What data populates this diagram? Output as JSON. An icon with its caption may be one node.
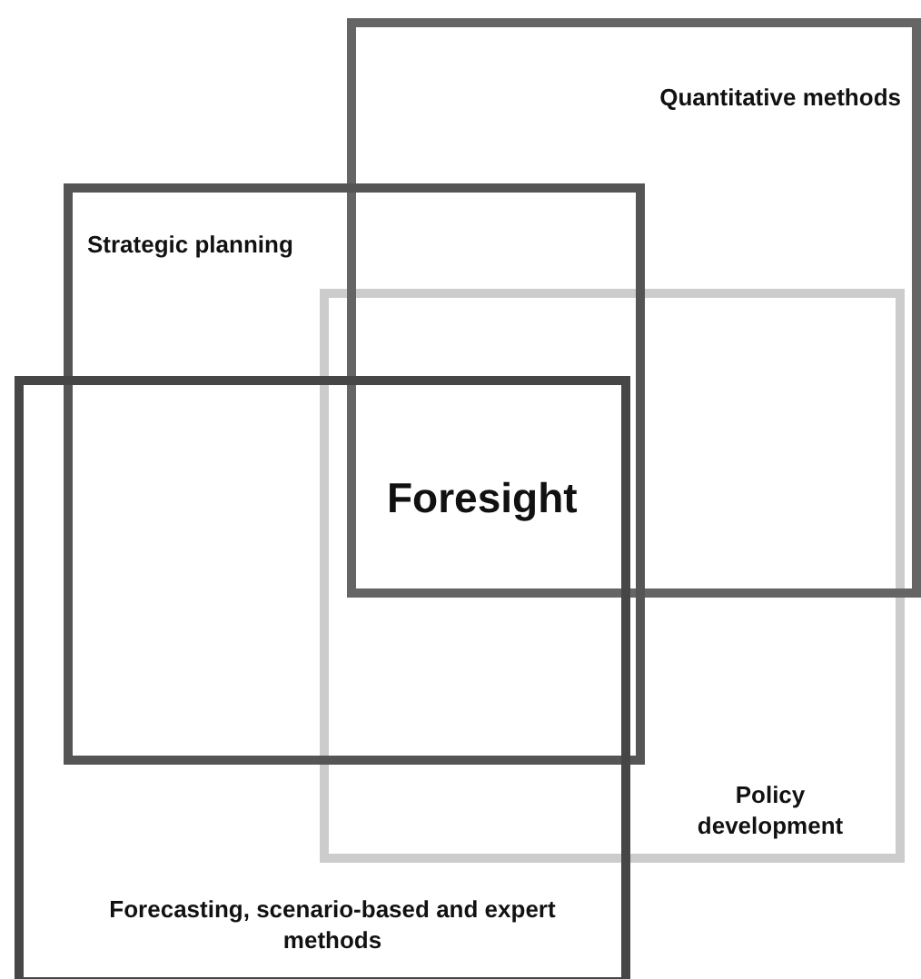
{
  "diagram": {
    "nodes": [
      {
        "text": [
          "Quantitative methods"
        ]
      },
      {
        "text": [
          "Strategic planning"
        ]
      },
      {
        "text": [
          "Policy development"
        ]
      },
      {
        "text": [
          "Forecasting, scenario-based and expert methods"
        ]
      }
    ],
    "labels": [
      "Foresight"
    ]
  }
}
